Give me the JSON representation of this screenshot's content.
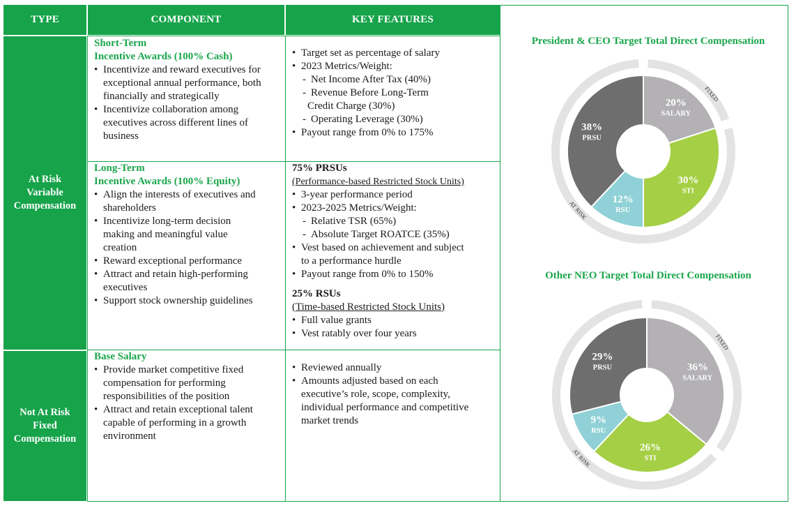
{
  "headers": {
    "type": "TYPE",
    "component": "COMPONENT",
    "features": "KEY FEATURES"
  },
  "types": {
    "at_risk": [
      "At Risk",
      "Variable",
      "Compensation"
    ],
    "not_at_risk": [
      "Not At Risk",
      "Fixed",
      "Compensation"
    ]
  },
  "sti": {
    "title_1": "Short-Term",
    "title_2": "Incentive Awards (100% Cash)",
    "bullets": [
      [
        "Incentivize and reward executives for",
        "exceptional annual performance, both",
        "financially and strategically"
      ],
      [
        "Incentivize collaboration among",
        "executives across different lines of",
        "business"
      ]
    ],
    "features": {
      "l1": "Target set as percentage of salary",
      "l2": "2023 Metrics/Weight:",
      "s1": "Net Income After Tax (40%)",
      "s2a": "Revenue Before Long-Term",
      "s2b": "Credit Charge (30%)",
      "s3": "Operating Leverage (30%)",
      "l3": "Payout range from 0% to 175%"
    }
  },
  "lti": {
    "title_1": "Long-Term",
    "title_2": "Incentive Awards (100% Equity)",
    "bullets": [
      [
        "Align the interests of executives and",
        "shareholders"
      ],
      [
        "Incentivize long-term decision",
        "making and meaningful value",
        "creation"
      ],
      [
        "Reward exceptional performance"
      ],
      [
        "Attract and retain high-performing",
        "executives"
      ],
      [
        "Support stock ownership guidelines"
      ]
    ],
    "prsu": {
      "heading": "75% PRSUs",
      "sub": "(Performance-based Restricted Stock Units)",
      "l1": "3-year performance period",
      "l2": "2023-2025 Metrics/Weight:",
      "s1": "Relative TSR (65%)",
      "s2": "Absolute Target ROATCE (35%)",
      "l3a": "Vest based on achievement and subject",
      "l3b": "to a performance hurdle",
      "l4": "Payout range from 0% to 150%"
    },
    "rsu": {
      "heading": "25% RSUs",
      "sub": "(Time-based Restricted Stock Units)",
      "l1": "Full value grants",
      "l2": "Vest ratably over four years"
    }
  },
  "base": {
    "title": "Base Salary",
    "bullets": [
      [
        "Provide market competitive fixed",
        "compensation for performing",
        "responsibilities of the position"
      ],
      [
        "Attract and retain exceptional talent",
        "capable of performing in a growth",
        "environment"
      ]
    ],
    "features": {
      "l1": "Reviewed annually",
      "l2a": "Amounts adjusted based on each",
      "l2b": "executive’s role, scope, complexity,",
      "l2c": "individual performance and competitive",
      "l2d": "market trends"
    }
  },
  "chart_data": [
    {
      "type": "pie",
      "title": "President & CEO Target Total Direct Compensation",
      "slices": [
        {
          "label": "SALARY",
          "value": 20,
          "color": "#b3b1b4"
        },
        {
          "label": "STI",
          "value": 30,
          "color": "#a5cf45"
        },
        {
          "label": "RSU",
          "value": 12,
          "color": "#8fd1d6"
        },
        {
          "label": "PRSU",
          "value": 38,
          "color": "#6e6e6e"
        }
      ],
      "outer_labels": {
        "fixed": "FIXED",
        "at_risk": "AT RISK"
      }
    },
    {
      "type": "pie",
      "title": "Other NEO Target Total Direct Compensation",
      "slices": [
        {
          "label": "SALARY",
          "value": 36,
          "color": "#b3b1b4"
        },
        {
          "label": "STI",
          "value": 26,
          "color": "#a5cf45"
        },
        {
          "label": "RSU",
          "value": 9,
          "color": "#8fd1d6"
        },
        {
          "label": "PRSU",
          "value": 29,
          "color": "#6e6e6e"
        }
      ],
      "outer_labels": {
        "fixed": "FIXED",
        "at_risk": "AT RISK"
      }
    }
  ]
}
